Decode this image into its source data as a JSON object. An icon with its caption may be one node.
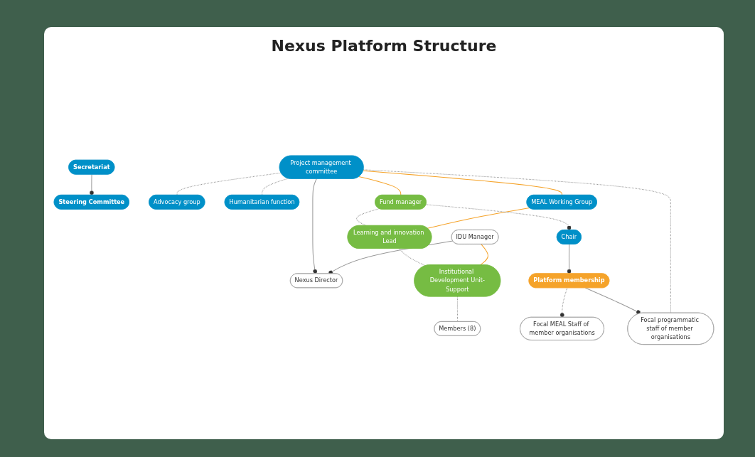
{
  "diagram": {
    "title": "Nexus Platform Structure",
    "nodes": [
      {
        "text": [
          "Secretariat"
        ]
      },
      {
        "text": [
          "Steering Committee"
        ]
      },
      {
        "text": [
          "Nexus Director"
        ]
      },
      {
        "text": [
          "IDU Manager"
        ]
      },
      {
        "text": [
          "Chair"
        ]
      },
      {
        "text": [
          "Project management committee"
        ]
      },
      {
        "text": [
          "Fund manager"
        ]
      },
      {
        "text": [
          "MEAL Working Group"
        ]
      },
      {
        "text": [
          "Learning and innovation Lead"
        ]
      },
      {
        "text": [
          "Advocacy group"
        ]
      },
      {
        "text": [
          "Focal MEAL Staff of member organisations"
        ]
      },
      {
        "text": [
          "Humanitarian function"
        ]
      },
      {
        "text": [
          "Institutional Development Unit-Support"
        ]
      },
      {
        "text": [
          "Members (8)"
        ]
      },
      {
        "text": [
          "Focal programmatic staff of member organisations"
        ]
      },
      {
        "text": [
          "Platform membership"
        ]
      }
    ],
    "edges": [
      {
        "from": 0,
        "to": 1,
        "arrow": "other"
      },
      {
        "from": 3,
        "to": 2,
        "arrow": "other"
      },
      {
        "from": 5,
        "to": 2,
        "arrow": "other"
      },
      {
        "from": 5,
        "to": 6,
        "arrow": "none",
        "color": "#f5a32a"
      },
      {
        "from": 5,
        "to": 7,
        "arrow": "none",
        "color": "#f5a32a"
      },
      {
        "from": 7,
        "to": 8,
        "arrow": "none",
        "color": "#f5a32a"
      },
      {
        "from": 3,
        "to": 12,
        "arrow": "none",
        "color": "#f5a32a"
      },
      {
        "from": 6,
        "to": 4,
        "arrow": "other",
        "style": "dashed"
      },
      {
        "from": 6,
        "to": 8,
        "arrow": "none",
        "style": "dashed"
      },
      {
        "from": 8,
        "to": 12,
        "arrow": "none",
        "style": "dashed"
      },
      {
        "from": 12,
        "to": 13,
        "arrow": "none",
        "style": "dashed"
      },
      {
        "from": 5,
        "to": 9,
        "arrow": "none",
        "style": "dashed"
      },
      {
        "from": 5,
        "to": 11,
        "arrow": "none",
        "style": "dashed"
      },
      {
        "from": 5,
        "to": 14,
        "arrow": "none",
        "style": "dashed"
      },
      {
        "from": 4,
        "to": 15,
        "arrow": "other"
      },
      {
        "from": 15,
        "to": 14,
        "arrow": "other"
      },
      {
        "from": 15,
        "to": 10,
        "arrow": "other",
        "style": "dashed"
      }
    ]
  }
}
